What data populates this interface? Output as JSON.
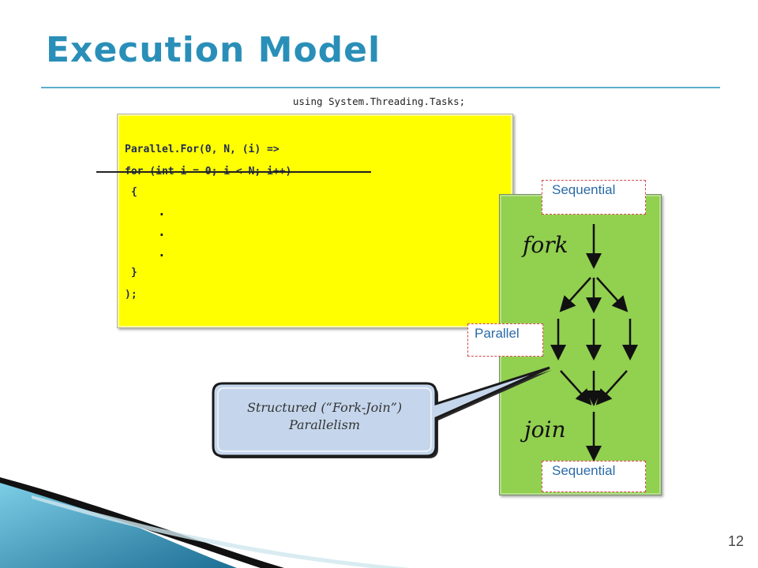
{
  "slide": {
    "title": "Execution Model",
    "using_line": "using System.Threading.Tasks;",
    "code": {
      "line1": "Parallel.For(0, N, (i) =>",
      "line2": "for (int i = 0; i < N; i++)",
      "open_brace": "{",
      "dots": [
        ".",
        ".",
        "."
      ],
      "close_brace": "}",
      "end": ");"
    },
    "diagram": {
      "tag_top": "Sequential",
      "tag_middle": "Parallel",
      "tag_bottom": "Sequential",
      "fork_label": "fork",
      "join_label": "join"
    },
    "callout": {
      "line1": "Structured (“Fork-Join”)",
      "line2": "Parallelism"
    },
    "page_number": "12"
  },
  "colors": {
    "title": "#2a8fb8",
    "code_bg": "#ffff00",
    "panel_bg": "#92d050",
    "callout_bg": "#c5d6ec"
  }
}
